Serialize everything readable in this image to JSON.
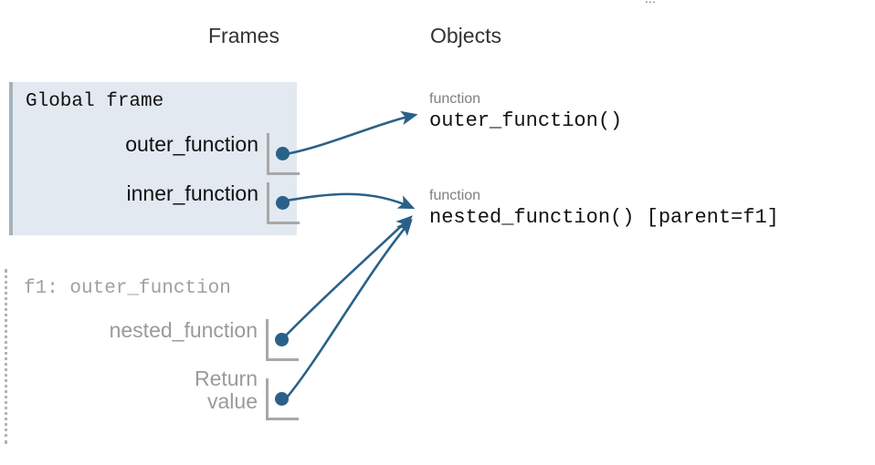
{
  "page": {
    "top_fragment": "...",
    "accent_color": "#2a6189",
    "frame_bg_color": "#e2e9f0",
    "frame_border_color": "#a5b2bd",
    "slot_color": "#a8a8a8",
    "inactive_text_color": "#9a9a9a"
  },
  "headers": {
    "frames": "Frames",
    "objects": "Objects"
  },
  "frames": [
    {
      "id": "global",
      "title": "Global frame",
      "active": true,
      "variables": [
        {
          "name": "outer_function",
          "points_to": "outer_function"
        },
        {
          "name": "inner_function",
          "points_to": "nested_function"
        }
      ]
    },
    {
      "id": "f1",
      "title": "f1: outer_function",
      "active": false,
      "variables": [
        {
          "name": "nested_function",
          "points_to": "nested_function"
        },
        {
          "name": "Return\nvalue",
          "points_to": "nested_function"
        }
      ]
    }
  ],
  "objects": [
    {
      "id": "outer_function",
      "type": "function",
      "name": "outer_function()"
    },
    {
      "id": "nested_function",
      "type": "function",
      "name": "nested_function() [parent=f1]"
    }
  ]
}
